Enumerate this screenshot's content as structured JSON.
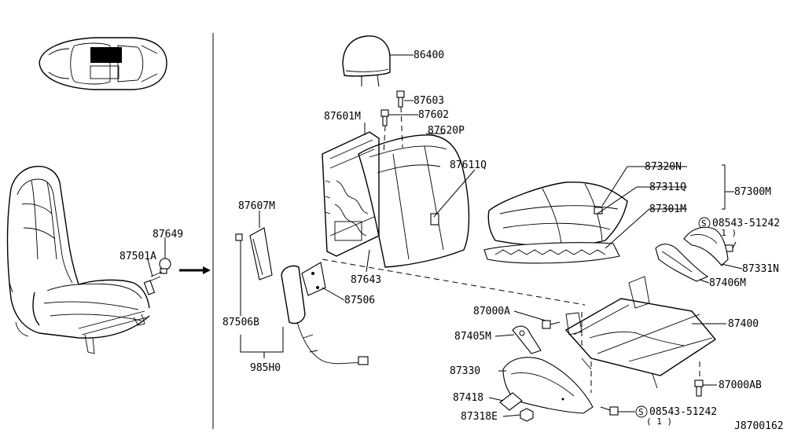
{
  "diagram_id": "J8700162",
  "legend": {
    "s_symbol": "S",
    "screw_qty": "( 1 )"
  },
  "parts": {
    "headrest": "86400",
    "p87603": "87603",
    "p87602": "87602",
    "p87601M": "87601M",
    "p87620P": "87620P",
    "p87611Q": "87611Q",
    "p87643": "87643",
    "p87607M": "87607M",
    "p87506": "87506",
    "p87506B": "87506B",
    "p985H0": "985H0",
    "p87649": "87649",
    "p87501A": "87501A",
    "p87320N": "87320N",
    "p87311Q": "87311Q",
    "p87301M": "87301M",
    "p87300M": "87300M",
    "screw_top": "08543-51242",
    "p87331N": "87331N",
    "p87406M": "87406M",
    "p87000A": "87000A",
    "p87400": "87400",
    "p87405M": "87405M",
    "p87330": "87330",
    "p87000AB": "87000AB",
    "p87418": "87418",
    "p87318E": "87318E",
    "screw_bottom": "08543-51242"
  }
}
